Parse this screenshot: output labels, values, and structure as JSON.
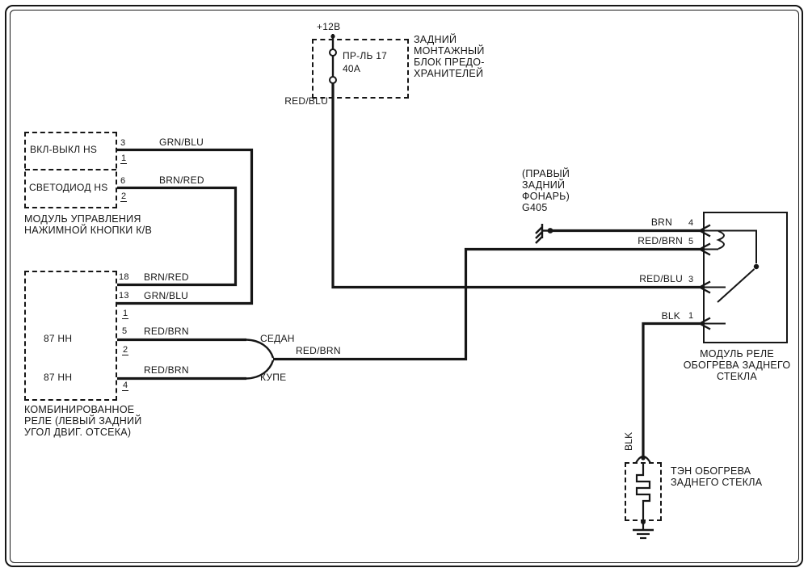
{
  "colors": {
    "ink": "#161616",
    "background": "#ffffff"
  },
  "fuse_box": {
    "supply_label": "+12В",
    "fuse_name": "ПР-ЛЬ 17",
    "fuse_rating": "40А",
    "caption": [
      "ЗАДНИЙ",
      "МОНТАЖНЫЙ",
      "БЛОК ПРЕДО-",
      "ХРАНИТЕЛЕЙ"
    ],
    "output_wire_label": "RED/BLU"
  },
  "control_module": {
    "switch_label": "ВКЛ-ВЫКЛ HS",
    "led_label": "СВЕТОДИОД HS",
    "pins": {
      "switch_top": "3",
      "switch_bottom": "1",
      "led_top": "6",
      "led_bottom": "2"
    },
    "wires": {
      "switch": "GRN/BLU",
      "led": "BRN/RED"
    },
    "caption": [
      "МОДУЛЬ УПРАВЛЕНИЯ",
      "НАЖИМНОЙ КНОПКИ К/В"
    ]
  },
  "combo_relay": {
    "pins": {
      "p18": "18",
      "p13": "13",
      "p1": "1",
      "p5": "5",
      "p2": "2",
      "p4": "4"
    },
    "wires": {
      "w18": "BRN/RED",
      "w13": "GRN/BLU",
      "w5": "RED/BRN",
      "w4": "RED/BRN"
    },
    "internal_87_a": "87 НН",
    "internal_87_b": "87 НН",
    "sedan_label": "СЕДАН",
    "coupe_label": "КУПЕ",
    "merged_wire_label": "RED/BRN",
    "caption": [
      "КОМБИНИРОВАННОЕ",
      "РЕЛЕ (ЛЕВЫЙ ЗАДНИЙ",
      "УГОЛ ДВИГ. ОТСЕКА)"
    ]
  },
  "right_ground": {
    "caption": [
      "(ПРАВЫЙ",
      "ЗАДНИЙ",
      "ФОНАРЬ)",
      "G405"
    ],
    "wire_label": "BRN"
  },
  "relay_module": {
    "pins": {
      "p4": "4",
      "p5": "5",
      "p3": "3",
      "p1": "1"
    },
    "wire5_label": "RED/BRN",
    "wire3_label": "RED/BLU",
    "wire1_label": "BLK",
    "caption": [
      "МОДУЛЬ РЕЛЕ",
      "ОБОГРЕВА ЗАДНЕГО",
      "СТЕКЛА"
    ]
  },
  "heater": {
    "wire_label_vertical": "BLK",
    "caption": [
      "ТЭН ОБОГРЕВА",
      "ЗАДНЕГО СТЕКЛА"
    ]
  }
}
